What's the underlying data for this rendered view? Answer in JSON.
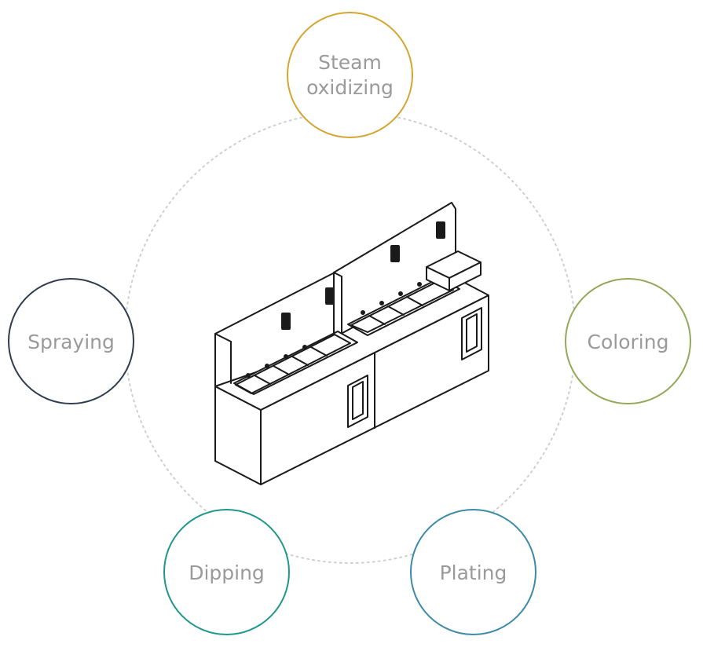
{
  "diagram": {
    "processes": {
      "steam": {
        "label": "Steam\noxidizing",
        "color": "#d4a631"
      },
      "spraying": {
        "label": "Spraying",
        "color": "#2f3d4e"
      },
      "coloring": {
        "label": "Coloring",
        "color": "#93a85a"
      },
      "dipping": {
        "label": "Dipping",
        "color": "#1f978a"
      },
      "plating": {
        "label": "Plating",
        "color": "#3c8aa8"
      }
    },
    "center_illustration": "workstation-icon",
    "ring_color": "#cfcfcf"
  }
}
